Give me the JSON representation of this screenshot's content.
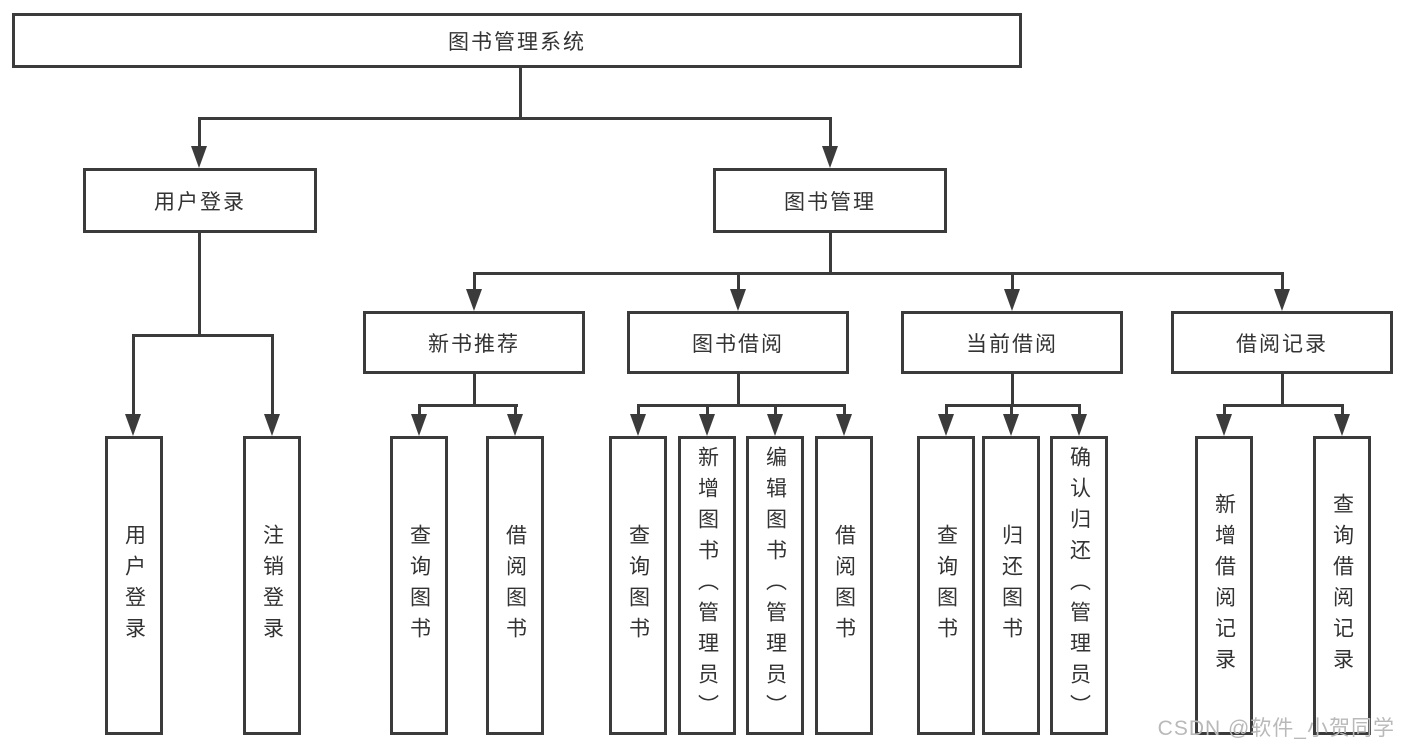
{
  "diagram": {
    "root": {
      "label": "图书管理系统"
    },
    "level2": [
      {
        "id": "user-login",
        "label": "用户登录"
      },
      {
        "id": "book-management",
        "label": "图书管理"
      }
    ],
    "level3": [
      {
        "id": "new-book-recommend",
        "label": "新书推荐"
      },
      {
        "id": "book-borrow",
        "label": "图书借阅"
      },
      {
        "id": "current-borrow",
        "label": "当前借阅"
      },
      {
        "id": "borrow-records",
        "label": "借阅记录"
      }
    ],
    "leaves": {
      "user_login": [
        "用户登录",
        "注销登录"
      ],
      "new_book_recommend": [
        "查询图书",
        "借阅图书"
      ],
      "book_borrow": [
        "查询图书",
        "新增图书（管理员）",
        "编辑图书（管理员）",
        "借阅图书"
      ],
      "current_borrow": [
        "查询图书",
        "归还图书",
        "确认归还（管理员）"
      ],
      "borrow_records": [
        "新增借阅记录",
        "查询借阅记录"
      ]
    }
  },
  "watermark": {
    "text": "CSDN @软件_小贺同学"
  },
  "colors": {
    "line": "#3b3b3b",
    "text": "#333333",
    "watermark": "#b9b9b9",
    "background": "#ffffff"
  }
}
